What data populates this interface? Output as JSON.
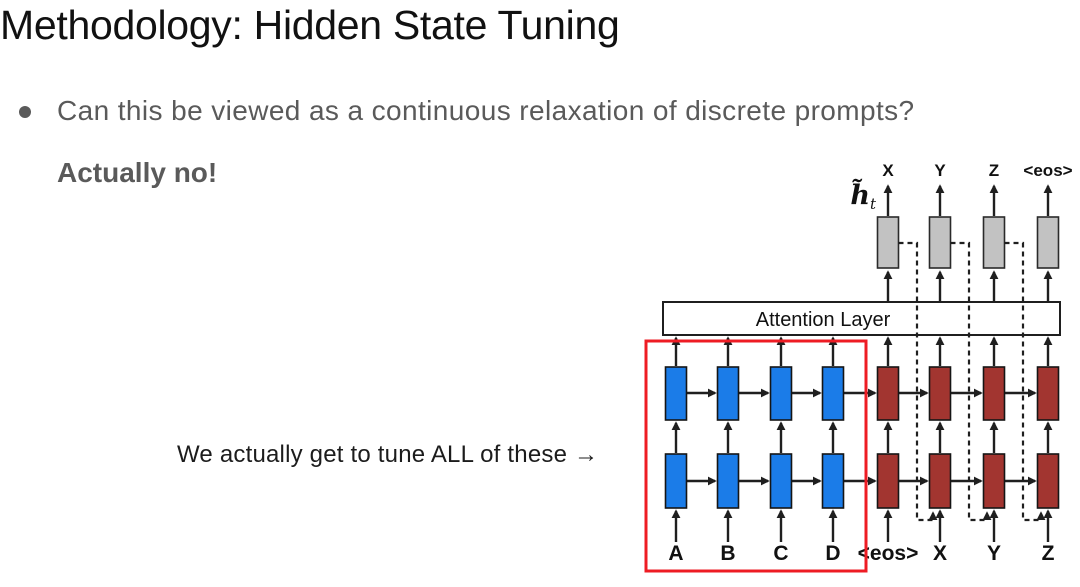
{
  "slide": {
    "title": "Methodology: Hidden State Tuning",
    "bullet": "Can this be viewed as a continuous relaxation of discrete prompts?",
    "emphasis": "Actually no!",
    "annotation": "We actually get to tune ALL of these →"
  },
  "diagram": {
    "attention_label": "Attention Layer",
    "hidden_state_symbol": "h̃",
    "hidden_state_subscript": "t",
    "encoder_input_labels": [
      "A",
      "B",
      "C",
      "D"
    ],
    "decoder_input_labels": [
      "<eos>",
      "X",
      "Y",
      "Z"
    ],
    "decoder_output_labels": [
      "X",
      "Y",
      "Z",
      "<eos>"
    ],
    "colors": {
      "encoder_cell": "#1b7ce8",
      "decoder_cell": "#a23530",
      "output_cell": "#c2c2c2",
      "cell_border": "#151515",
      "line": "#1f1f1f",
      "highlight_box": "#ee1c24",
      "text_gray": "#5a5a5a",
      "text_black": "#111111"
    }
  }
}
